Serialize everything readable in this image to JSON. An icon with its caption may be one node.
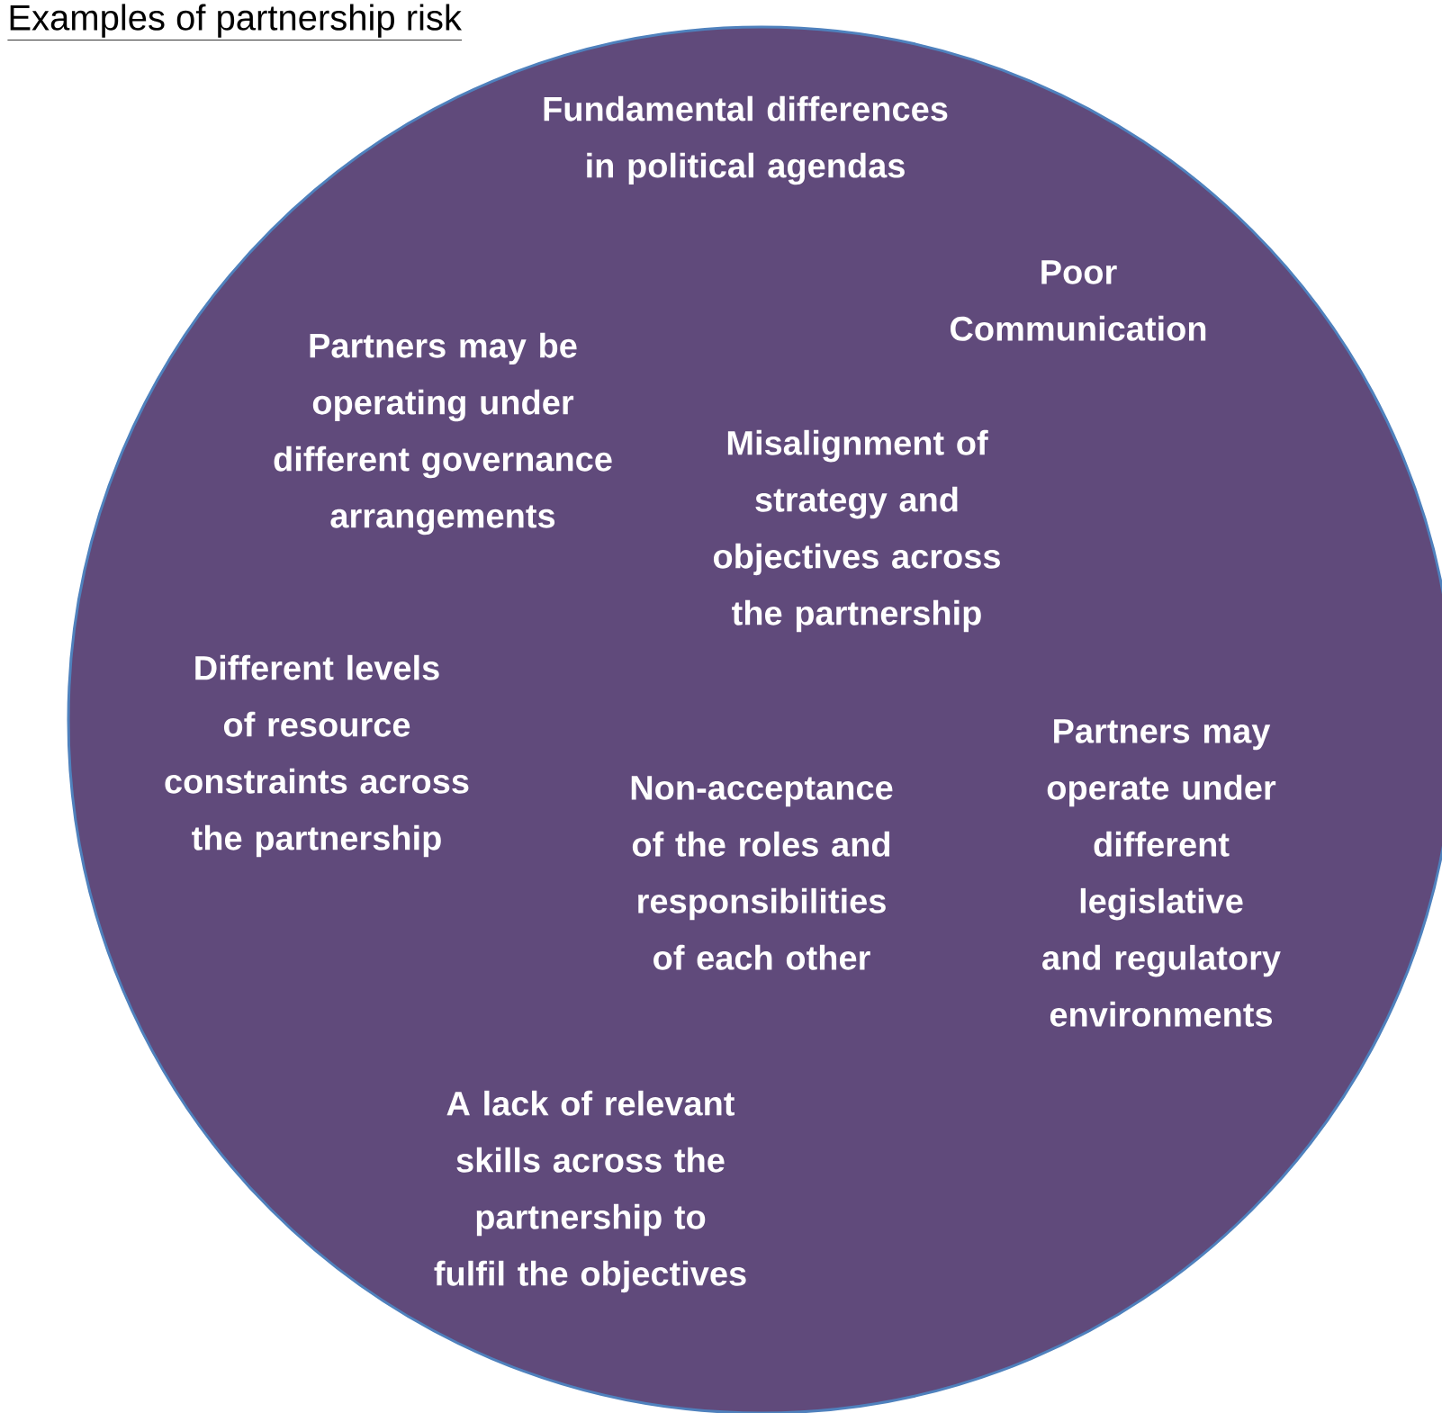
{
  "diagram": {
    "title": "Examples of partnership risk",
    "nodes": [
      {
        "text": [
          "Fundamental differences in political agendas",
          "Poor Communication",
          "Partners may be operating under different governance arrangements",
          "Misalignment of strategy and objectives across the partnership",
          "Different levels of resource constraints across the partnership",
          "Non-acceptance of the roles and responsibilities of each other",
          "Partners may operate under different legislative and regulatory environments",
          "A lack of relevant skills across the partnership to fulfil the objectives"
        ]
      }
    ],
    "edges": []
  }
}
